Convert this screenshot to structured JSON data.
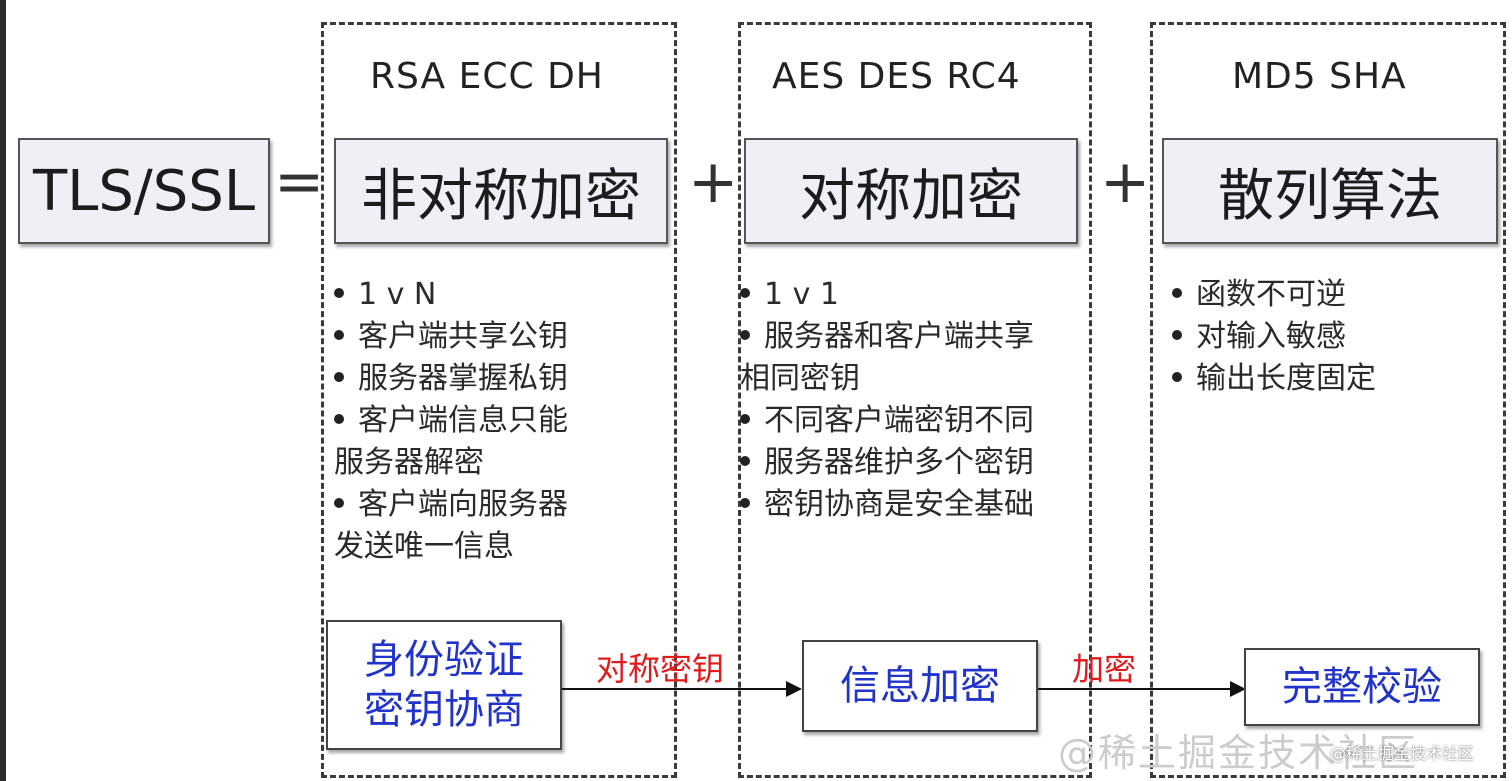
{
  "main_label": "TLS/SSL",
  "operators": {
    "equals": "=",
    "plus1": "+",
    "plus2": "+"
  },
  "columns": [
    {
      "header": "RSA ECC DH",
      "title": "非对称加密",
      "bullets": [
        "1 v N",
        "客户端共享公钥",
        "服务器掌握私钥",
        "客户端信息只能",
        "服务器解密",
        "客户端向服务器",
        "发送唯一信息"
      ],
      "bottom_box": [
        "身份验证",
        "密钥协商"
      ]
    },
    {
      "header": "AES DES RC4",
      "title": "对称加密",
      "bullets": [
        "1 v 1",
        "服务器和客户端共享",
        "相同密钥",
        "不同客户端密钥不同",
        "服务器维护多个密钥",
        "密钥协商是安全基础"
      ],
      "bottom_box": [
        "信息加密"
      ]
    },
    {
      "header": "MD5 SHA",
      "title": "散列算法",
      "bullets": [
        "函数不可逆",
        "对输入敏感",
        "输出长度固定"
      ],
      "bottom_box": [
        "完整校验"
      ]
    }
  ],
  "arrow_labels": {
    "first": "对称密钥",
    "second": "加密"
  },
  "watermark": {
    "large": "@稀土掘金技术社区",
    "small": "@稀土掘金技术社区"
  },
  "colors": {
    "blue_text": "#2233cc",
    "red_text": "#e01b1b",
    "box_fill": "#eef0f6"
  }
}
